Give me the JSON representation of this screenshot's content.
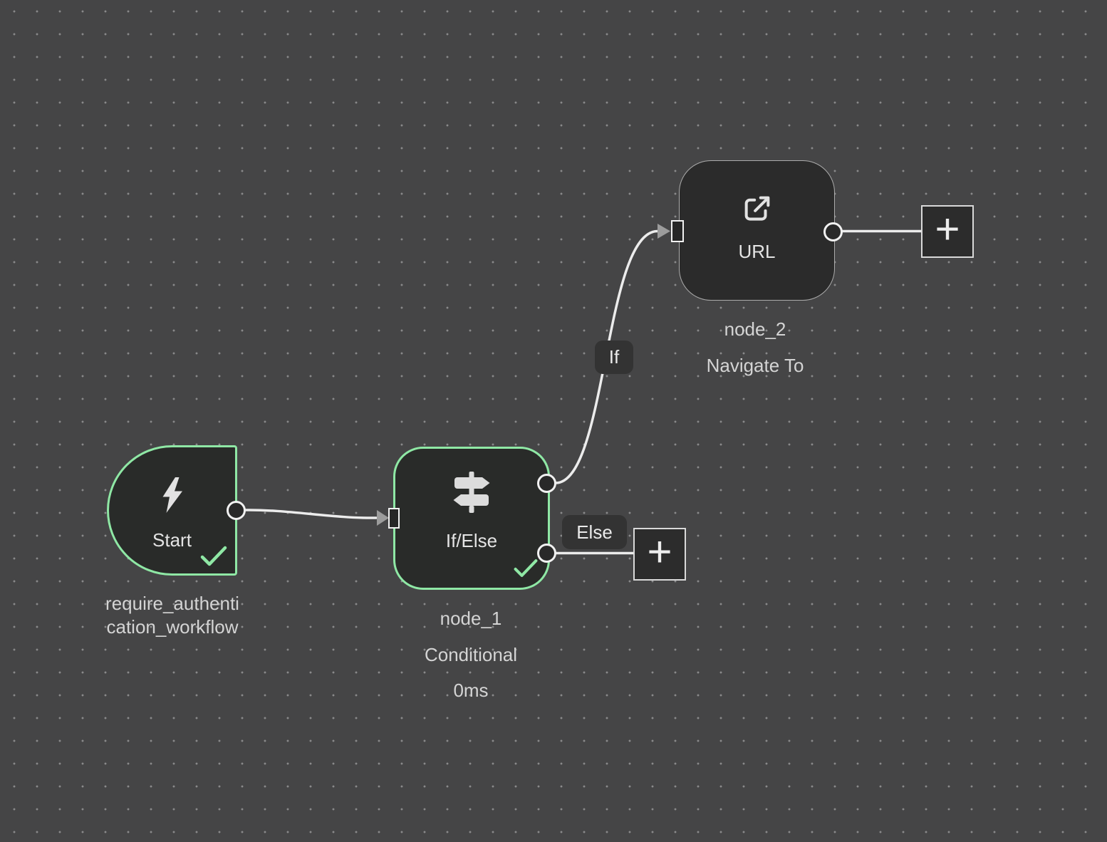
{
  "canvas": {
    "background": "#454546",
    "dot_color": "#9A9A9A",
    "accent_green": "#8FE8A5",
    "node_fill": "#292B29",
    "edge_color": "#ECECEC",
    "arrow_color": "#9C9C9C",
    "chip_bg": "#333333"
  },
  "nodes": {
    "start": {
      "title": "Start",
      "icon": "lightning-icon",
      "status": "completed",
      "label_lines": [
        "require_authenti",
        "cation_workflow"
      ]
    },
    "conditional": {
      "title": "If/Else",
      "icon": "signpost-icon",
      "status": "completed",
      "name": "node_1",
      "type": "Conditional",
      "duration": "0ms"
    },
    "url": {
      "title": "URL",
      "icon": "external-link-icon",
      "name": "node_2",
      "type": "Navigate To"
    }
  },
  "edges": {
    "if_label": "If",
    "else_label": "Else"
  },
  "buttons": {
    "add_label": "+"
  }
}
